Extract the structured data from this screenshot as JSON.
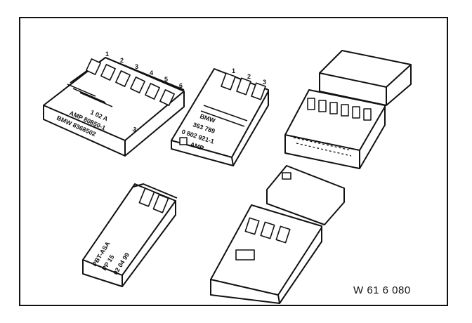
{
  "figure_code": "W 61 6 080",
  "connectors": {
    "six_pin": {
      "pin_numbers": [
        "1",
        "2",
        "3",
        "4",
        "5",
        "6"
      ],
      "label_lines": [
        "BMW 8368502",
        "AMP 80850-1",
        "1 02 A",
        "3"
      ]
    },
    "three_pin": {
      "pin_numbers": [
        "1",
        "2",
        "3"
      ],
      "label_lines": [
        "BMW",
        "363 789",
        "0 802 921-1",
        "AMP"
      ]
    },
    "three_pin_coded": {
      "label_lines": [
        "PBT-ASA",
        "PP 15",
        "02 04 99"
      ]
    }
  },
  "colors": {
    "ink": "#111111",
    "paper": "#ffffff"
  }
}
